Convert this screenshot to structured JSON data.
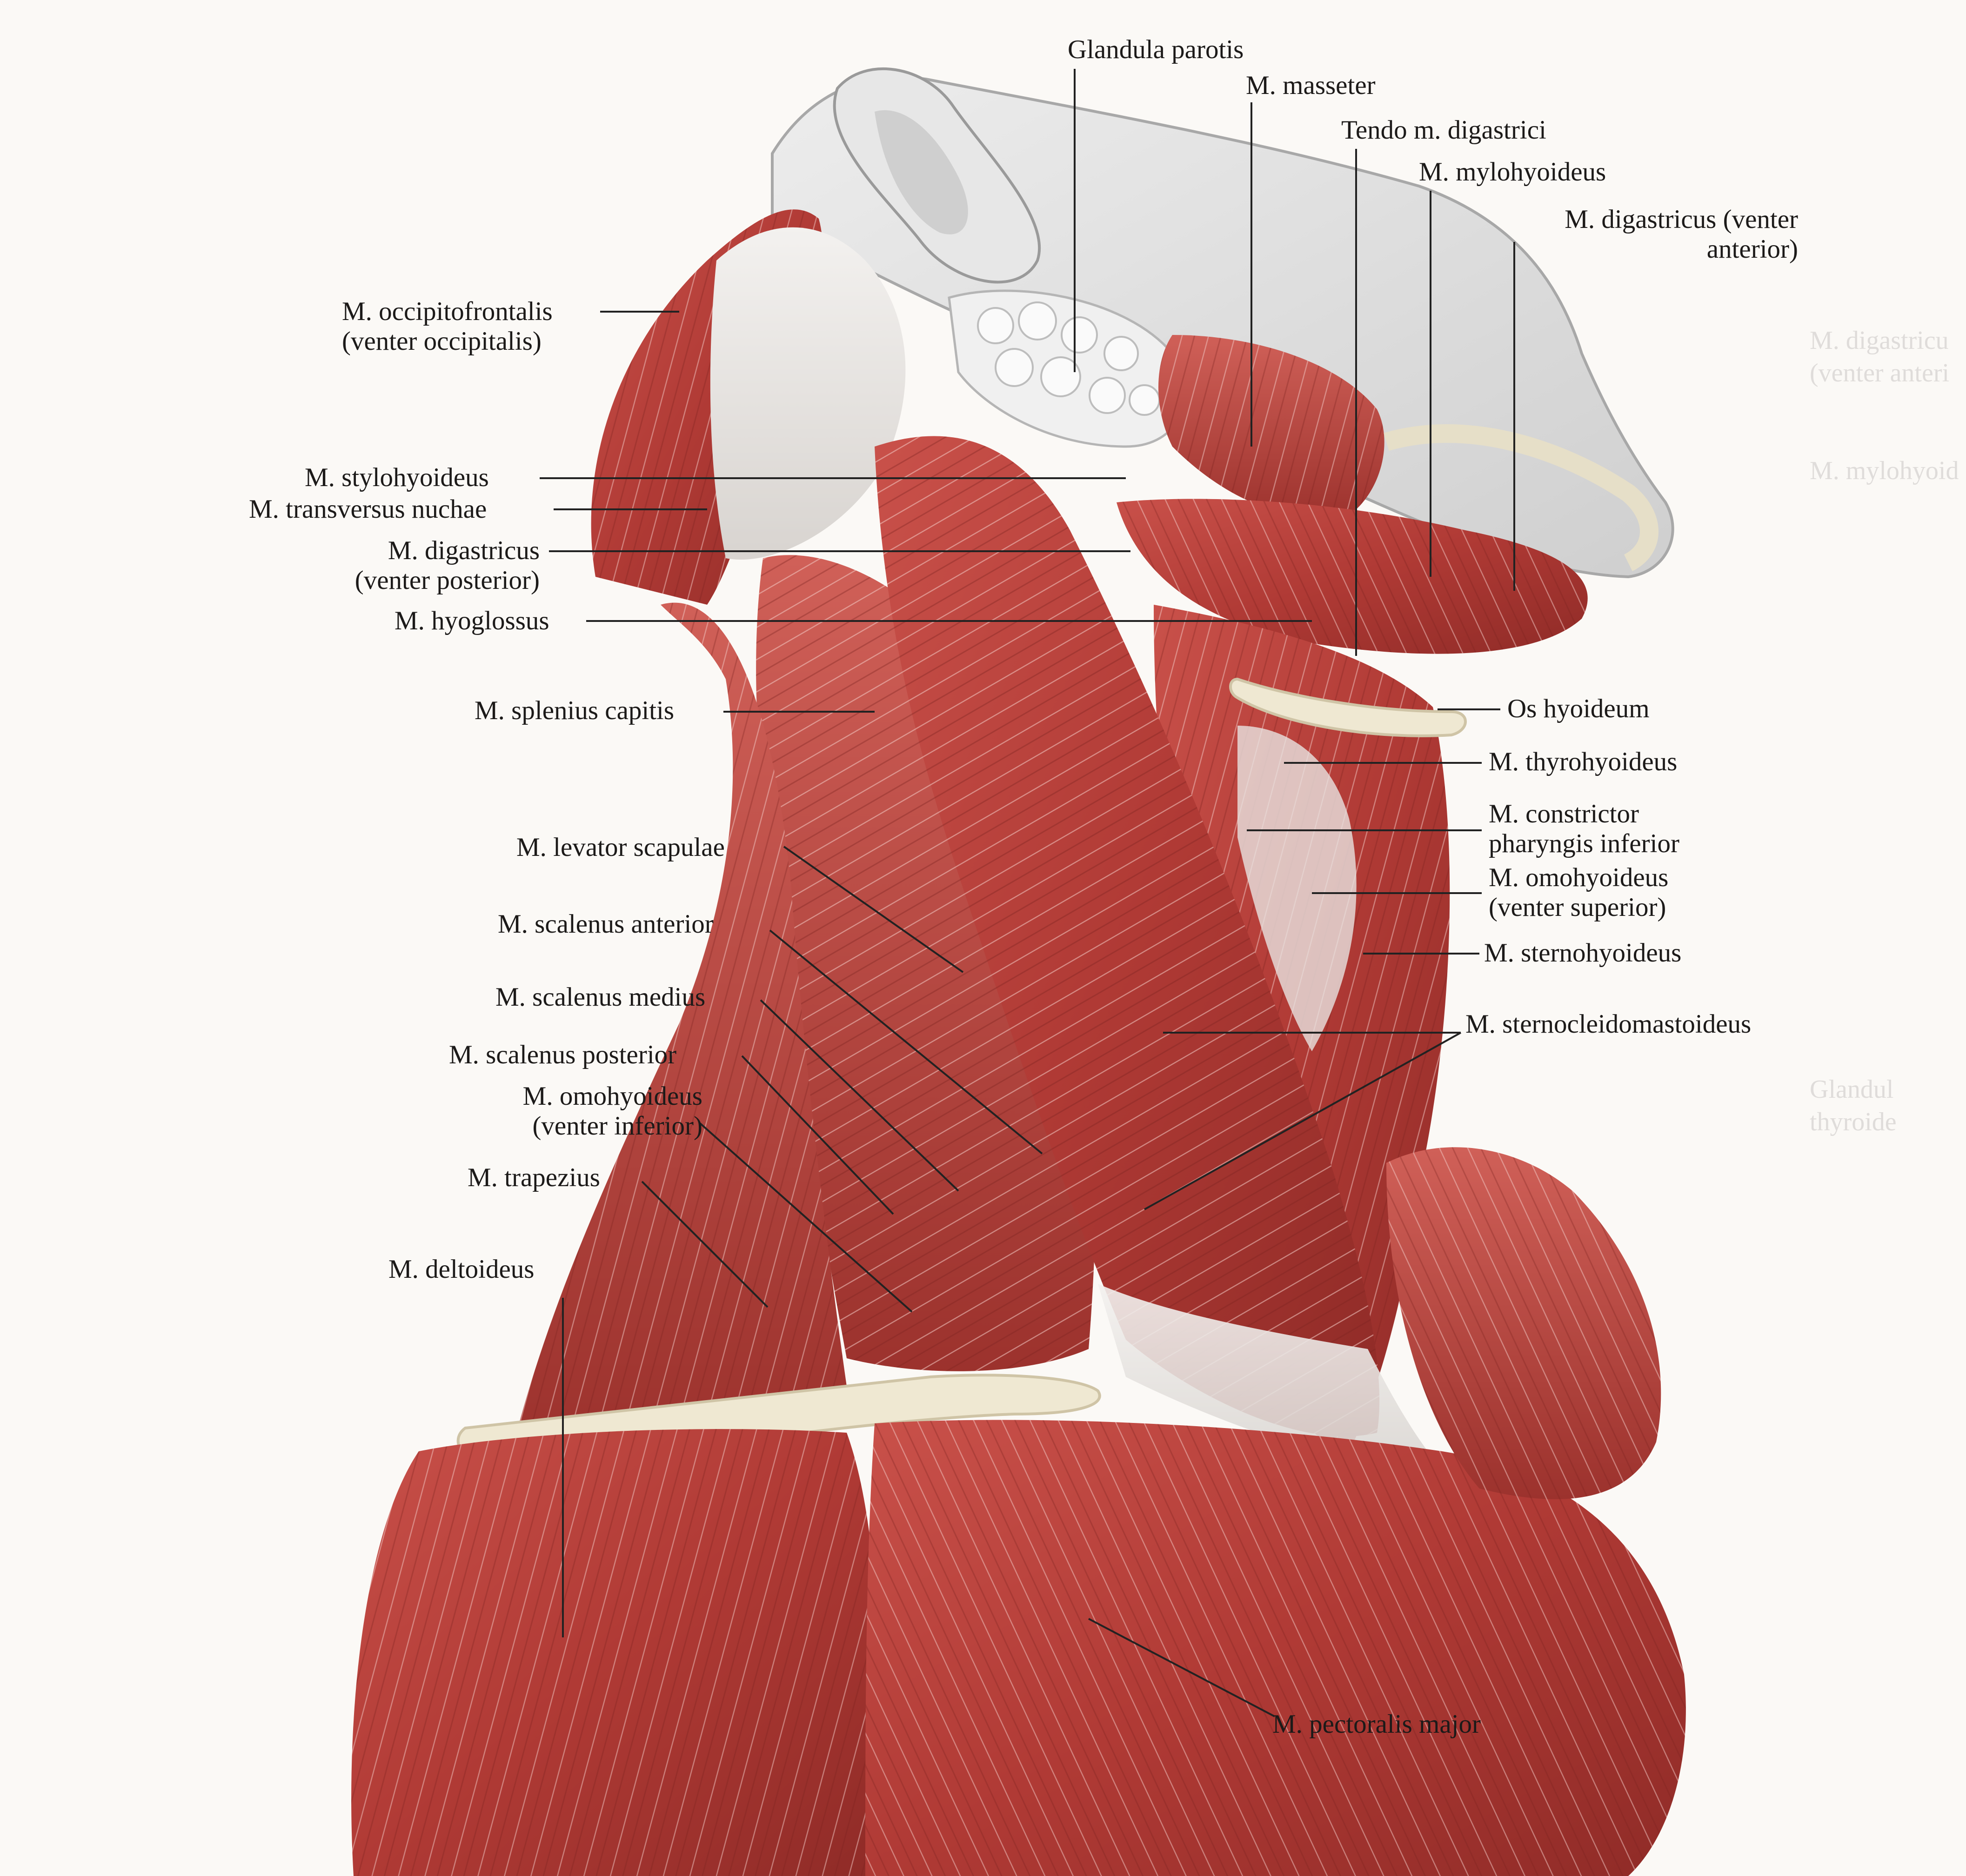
{
  "labels": {
    "glandula_parotis": "Glandula parotis",
    "m_masseter": "M. masseter",
    "tendo_m_digastrici": "Tendo m. digastrici",
    "m_mylohyoideus": "M. mylohyoideus",
    "m_digastricus_anterior": [
      "M. digastricus (venter",
      "anterior)"
    ],
    "m_occipitofrontalis": [
      "M. occipitofrontalis",
      "(venter occipitalis)"
    ],
    "m_stylohyoideus": "M. stylohyoideus",
    "m_transversus_nuchae": "M. transversus nuchae",
    "m_digastricus_posterior": [
      "M. digastricus",
      "(venter posterior)"
    ],
    "m_hyoglossus": "M. hyoglossus",
    "m_splenius_capitis": "M. splenius capitis",
    "os_hyoideum": "Os hyoideum",
    "m_thyrohyoideus": "M. thyrohyoideus",
    "m_constrictor": [
      "M. constrictor",
      "pharyngis inferior"
    ],
    "m_omohyoideus_superior": [
      "M. omohyoideus",
      "(venter superior)"
    ],
    "m_sternohyoideus": "M. sternohyoideus",
    "m_sternocleidomastoideus": "M. sternocleidomastoideus",
    "m_levator_scapulae": "M. levator scapulae",
    "m_scalenus_anterior": "M. scalenus anterior",
    "m_scalenus_medius": "M. scalenus medius",
    "m_scalenus_posterior": "M. scalenus posterior",
    "m_omohyoideus_inferior": [
      "M. omohyoideus",
      "(venter inferior)"
    ],
    "m_trapezius": "M. trapezius",
    "m_deltoideus": "M. deltoideus",
    "m_pectoralis_major": "M. pectoralis major"
  },
  "ghost_text": {
    "g1": "M. digastricu",
    "g2": "(venter anteri",
    "g3": "M. mylohyoid",
    "g4": "Glandul",
    "g5": "thyroide"
  },
  "colors": {
    "muscle": "#b8403a",
    "muscle_dark": "#8e2a27",
    "muscle_light": "#d9716a",
    "tendon": "#e9e6e3",
    "bone": "#ece4cc",
    "skin_cut": "#dcdcdc",
    "leader": "#222222"
  }
}
